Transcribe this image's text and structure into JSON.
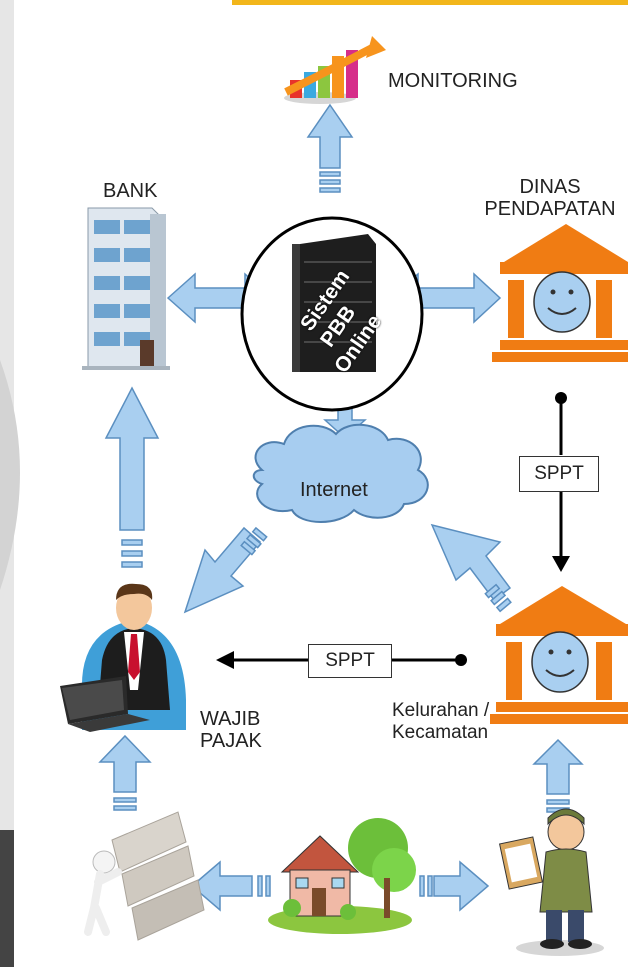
{
  "nodes": {
    "monitoring": "MONITORING",
    "bank": "BANK",
    "dinas_line1": "DINAS",
    "dinas_line2": "PENDAPATAN",
    "internet": "Internet",
    "wajib_line1": "WAJIB",
    "wajib_line2": "PAJAK",
    "kel_line1": "Kelurahan /",
    "kel_line2": "Kecamatan"
  },
  "server": {
    "line1": "Sistem",
    "line2": "PBB",
    "line3": "Online"
  },
  "edges": {
    "sppt_vertical": "SPPT",
    "sppt_horizontal": "SPPT"
  },
  "colors": {
    "arrow_fill": "#a9cff0",
    "arrow_stroke": "#5b8fc0",
    "building_orange": "#f07c13",
    "cloud_fill": "#a7cdf0",
    "bank_blue": "#8fb6d8"
  }
}
